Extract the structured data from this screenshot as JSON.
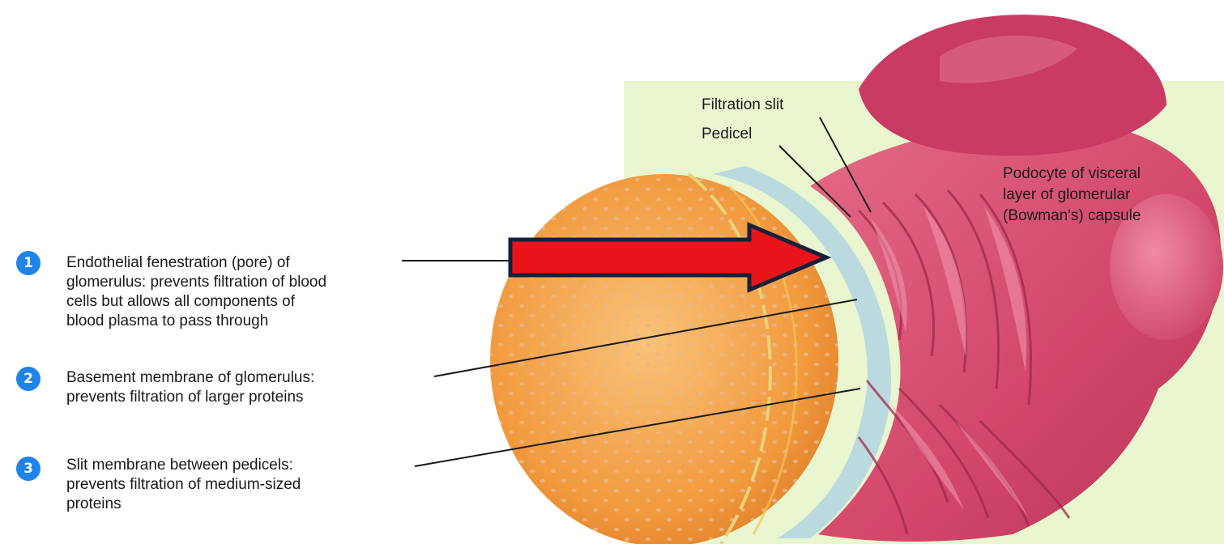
{
  "labels": {
    "item1": "Endothelial fenestration (pore) of\nglomerulus: prevents filtration of blood\ncells but allows all components of\nblood plasma to pass through",
    "item2": "Basement membrane of glomerulus:\nprevents filtration of larger proteins",
    "item3": "Slit membrane between pedicels:\nprevents filtration of medium-sized\nproteins",
    "filtration_slit": "Filtration slit",
    "pedicel": "Pedicel",
    "podocyte": "Podocyte of  visceral\nlayer of glomerular\n(Bowman's) capsule"
  },
  "numbers": {
    "n1": "1",
    "n2": "2",
    "n3": "3"
  },
  "colors": {
    "arrow": "#e8141a",
    "arrow_outline": "#14213d",
    "number_badge": "#1f84e8",
    "capillary": "#f4a24a",
    "podocyte": "#d84c6e",
    "background_panel": "#e9f6cf"
  }
}
